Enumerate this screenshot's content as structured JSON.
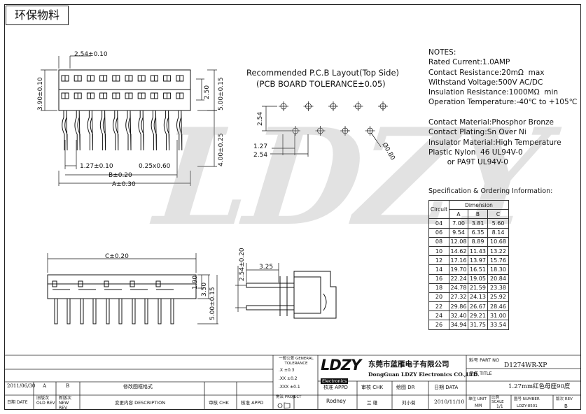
{
  "eco_label": "环保物料",
  "watermark": "LDZY",
  "notes": [
    "NOTES:",
    "Rated Current:1.0AMP",
    "Contact Resistance:20mΩ  max",
    "Withstand Voltage:500V AC/DC",
    "Insulation Resistance:1000MΩ  min",
    "Operation Temperature:-40℃ to +105℃",
    "",
    "Contact Material:Phosphor Bronze",
    "Contact Plating:Sn Over Ni",
    "Insulator Material:High Temperature",
    "Plastic Nylon  46 UL94V-0",
    "        or PA9T UL94V-0"
  ],
  "pcb_layout": {
    "title": "Recommended P.C.B Layout(Top Side)",
    "subtitle": "(PCB BOARD TOLERANCE±0.05)",
    "dims": {
      "v_pitch": "2.54",
      "offset": "1.27",
      "h_pitch": "2.54",
      "hole": "Ø0.80"
    }
  },
  "top_view_dims": {
    "pitch": "2.54±0.10",
    "height": "3.90±0.10",
    "row": "2.50",
    "body": "5.00±0.15",
    "lead": "4.00±0.25",
    "offset": "1.27±0.10",
    "pin": "0.25x0.60",
    "b": "B±0.20",
    "a": "A±0.30"
  },
  "front_view_dims": {
    "c": "C±0.20",
    "h1": "1.90",
    "h2": "3.50",
    "h3": "5.00±0.15"
  },
  "side_view_dims": {
    "v": "2.54±0.20",
    "h": "3.25"
  },
  "spec": {
    "title": "Specification & Ordering Information:",
    "circuit_label": "Circuit",
    "dimension_label": "Dimension",
    "cols": [
      "A",
      "B",
      "C"
    ],
    "rows": [
      [
        "04",
        "7.00",
        "3.81",
        "5.60"
      ],
      [
        "06",
        "9.54",
        "6.35",
        "8.14"
      ],
      [
        "08",
        "12.08",
        "8.89",
        "10.68"
      ],
      [
        "10",
        "14.62",
        "11.43",
        "13.22"
      ],
      [
        "12",
        "17.16",
        "13.97",
        "15.76"
      ],
      [
        "14",
        "19.70",
        "16.51",
        "18.30"
      ],
      [
        "16",
        "22.24",
        "19.05",
        "20.84"
      ],
      [
        "18",
        "24.78",
        "21.59",
        "23.38"
      ],
      [
        "20",
        "27.32",
        "24.13",
        "25.92"
      ],
      [
        "22",
        "29.86",
        "26.67",
        "28.46"
      ],
      [
        "24",
        "32.40",
        "29.21",
        "31.00"
      ],
      [
        "26",
        "34.94",
        "31.75",
        "33.54"
      ]
    ]
  },
  "title_block": {
    "rev_date": "2011/06/30",
    "rev_old": "A",
    "rev_new": "B",
    "rev_desc": "修改图框格式",
    "hdr_date": "日期 DATE",
    "hdr_old": "旧版次 OLD REV",
    "hdr_new": "新版次 NEW REV",
    "hdr_desc": "变更内容 DESCRIPTION",
    "hdr_chk": "审核 CHK",
    "hdr_appd": "核准 APPD",
    "tol_title": "一般公差 GENERAL TOLERANCE",
    "tol": [
      ".X   ±0.3",
      ".XX   ±0.2",
      ".XXX   ±0.1"
    ],
    "projection": "角法 PROJECT",
    "company_cn": "东莞市蓝雁电子有限公司",
    "company_en": "DongGuan LDZY Electronics CO.,LTD.",
    "logo_big": "LDZY",
    "logo_small": "Electronics",
    "appd_label": "核准 APPD",
    "chk_label": "审核 CHK",
    "dr_label": "绘图 DR",
    "date_label": "日期 DATA",
    "appd_name": "Rodney",
    "chk_name": "兰  雄",
    "dr_name": "刘小菊",
    "date_val": "2010/11/10",
    "part_no_label": "料号 PART NO",
    "part_no": "D1274WR-XP",
    "title_label": "品名 TITLE",
    "title_val": "1.27mm红色母座90度",
    "unit_label": "单位 UNIT",
    "unit_val": "MM",
    "scale_label": "比例 SCALE",
    "scale_val": "1/1",
    "number_label": "图号 NUMBER",
    "number_val": "LDZY-8501",
    "rev_label": "版次 REV",
    "rev_val": "B"
  }
}
